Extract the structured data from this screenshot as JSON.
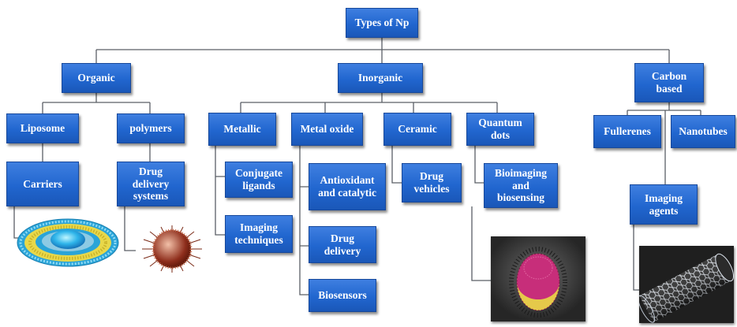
{
  "root": "Types of Np",
  "categories": {
    "organic": "Organic",
    "inorganic": "Inorganic",
    "carbon": [
      "Carbon",
      "based"
    ]
  },
  "organic": {
    "liposome": "Liposome",
    "polymers": "polymers",
    "carriers": "Carriers",
    "drug_delivery_systems": [
      "Drug",
      "delivery",
      "systems"
    ]
  },
  "inorganic": {
    "metallic": "Metallic",
    "metal_oxide": "Metal oxide",
    "ceramic": "Ceramic",
    "quantum_dots": [
      "Quantum",
      "dots"
    ],
    "conjugate_ligands": [
      "Conjugate",
      "ligands"
    ],
    "imaging_techniques": [
      "Imaging",
      "techniques"
    ],
    "antioxidant_catalytic": [
      "Antioxidant",
      "and catalytic"
    ],
    "drug_delivery": [
      "Drug",
      "delivery"
    ],
    "biosensors": "Biosensors",
    "drug_vehicles": [
      "Drug",
      "vehicles"
    ],
    "bioimaging_biosensing": [
      "Bioimaging",
      "and",
      "biosensing"
    ]
  },
  "carbon": {
    "fullerenes": "Fullerenes",
    "nanotubes": "Nanotubes",
    "imaging_agents": [
      "Imaging",
      "agents"
    ]
  },
  "colors": {
    "box_fill": "#2166cf",
    "box_border": "#17489a",
    "connector": "#5a5f66",
    "text": "#ffffff"
  }
}
